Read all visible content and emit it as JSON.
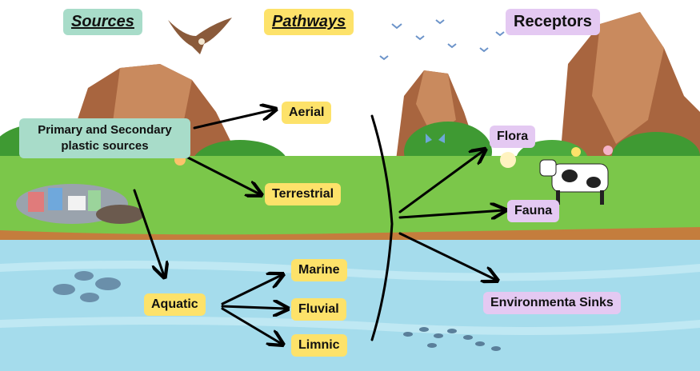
{
  "headers": {
    "sources": "Sources",
    "pathways": "Pathways",
    "receptors": "Receptors"
  },
  "source_node": {
    "line1": "Primary and Secondary",
    "line2": "plastic sources"
  },
  "pathway_nodes": {
    "aerial": "Aerial",
    "terrestrial": "Terrestrial",
    "aquatic": "Aquatic",
    "marine": "Marine",
    "fluvial": "Fluvial",
    "limnic": "Limnic"
  },
  "receptor_nodes": {
    "flora": "Flora",
    "fauna": "Fauna",
    "sinks": "Environmenta Sinks"
  },
  "colors": {
    "sky": "#ffffff",
    "grass": "#7bc74a",
    "water": "#a5dcec",
    "rock": "#b4734f",
    "yellow_box": "#fde26a",
    "teal_box": "#a8dcc9",
    "lilac_box": "#e4c9f2"
  }
}
